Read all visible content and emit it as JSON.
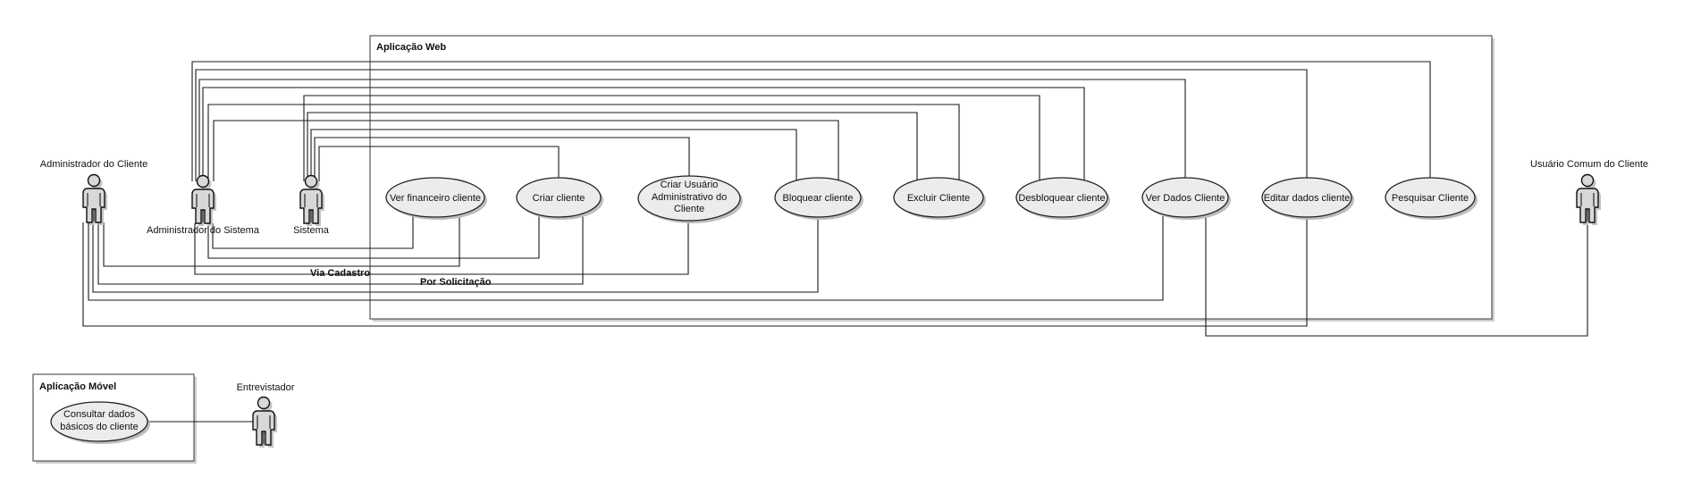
{
  "web_boundary": {
    "title": "Aplicação Web"
  },
  "mobile_boundary": {
    "title": "Aplicação Móvel"
  },
  "actors": {
    "admin_cliente": "Administrador do Cliente",
    "admin_sistema": "Administrador do Sistema",
    "sistema": "Sistema",
    "usuario_comum": "Usuário Comum do Cliente",
    "entrevistador": "Entrevistador"
  },
  "use_cases": {
    "ver_financeiro": [
      "Ver financeiro cliente"
    ],
    "criar_cliente": [
      "Criar cliente"
    ],
    "criar_usuario_admin": [
      "Criar Usuário",
      "Administrativo do",
      "Cliente"
    ],
    "bloquear": [
      "Bloquear cliente"
    ],
    "excluir": [
      "Excluir Cliente"
    ],
    "desbloquear": [
      "Desbloquear cliente"
    ],
    "ver_dados": [
      "Ver Dados Cliente"
    ],
    "editar": [
      "Editar dados cliente"
    ],
    "pesquisar": [
      "Pesquisar Cliente"
    ],
    "consultar": [
      "Consultar dados",
      "básicos do cliente"
    ]
  },
  "connector_labels": {
    "via_cadastro": "Via Cadastro",
    "por_solicitacao": "Por Solicitação"
  }
}
